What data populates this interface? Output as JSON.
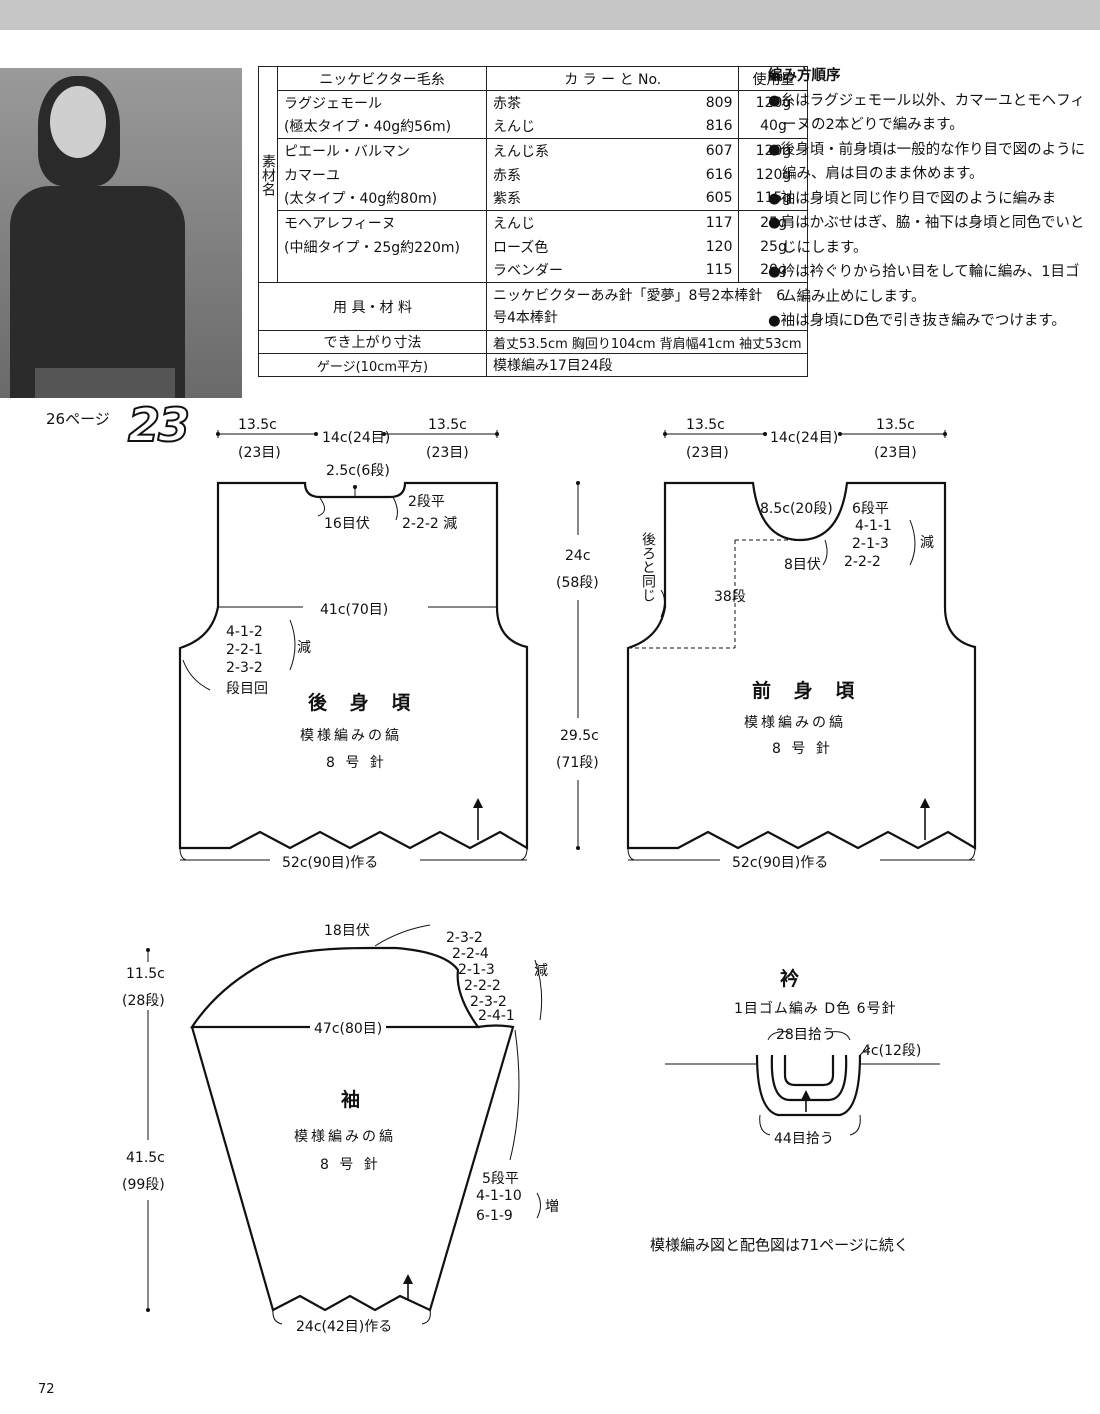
{
  "materials_table": {
    "header": {
      "yarn": "ニッケビクター毛糸",
      "color": "カ ラ ー と No.",
      "amount": "使用量"
    },
    "side_label": "素材名",
    "groups": [
      {
        "lines": [
          "ラグジェモール",
          "(極太タイプ・40g約56m)"
        ],
        "colors": [
          {
            "name": "赤茶",
            "no": "809",
            "amount": "120g"
          },
          {
            "name": "えんじ",
            "no": "816",
            "amount": "40g"
          }
        ]
      },
      {
        "lines": [
          "ピエール・バルマン",
          "カマーユ",
          "(太タイプ・40g約80m)"
        ],
        "colors": [
          {
            "name": "えんじ系",
            "no": "607",
            "amount": "120g"
          },
          {
            "name": "赤系",
            "no": "616",
            "amount": "120g"
          },
          {
            "name": "紫系",
            "no": "605",
            "amount": "115g"
          }
        ]
      },
      {
        "lines": [
          "モヘアレフィーヌ",
          "(中細タイプ・25g約220m)"
        ],
        "colors": [
          {
            "name": "えんじ",
            "no": "117",
            "amount": "25g"
          },
          {
            "name": "ローズ色",
            "no": "120",
            "amount": "25g"
          },
          {
            "name": "ラベンダー",
            "no": "115",
            "amount": "20g"
          }
        ]
      }
    ],
    "tools_label": "用 具・材 料",
    "tools_value_1": "ニッケビクターあみ針「愛夢」8号2本棒針　6",
    "tools_value_2": "号4本棒針",
    "size_label": "でき上がり寸法",
    "size_value": "着丈53.5cm 胸回り104cm 背肩幅41cm 袖丈53cm",
    "gauge_label": "ゲージ(10cm平方)",
    "gauge_value": "模様編み17目24段"
  },
  "steps": {
    "title": "編み方順序",
    "items": [
      "●糸はラグジェモール以外、カマーユとモヘフィーヌの2本どりで編みます。",
      "●後身頃・前身頃は一般的な作り目で図のように編み、肩は目のまま休めます。",
      "●袖は身頃と同じ作り目で図のように編みま",
      "●肩はかぶせはぎ、脇・袖下は身頃と同色でいとじにします。",
      "●衿は衿ぐりから拾い目をして輪に編み、1目ゴム編み止めにします。",
      "●袖は身頃にD色で引き抜き編みでつけます。"
    ]
  },
  "ref": {
    "page_ref": "26ページ",
    "number": "23"
  },
  "back": {
    "title": "後 身 頃",
    "pattern": "模様編みの縞",
    "needle": "8 号 針",
    "top_left": "13.5c",
    "top_left_sts": "(23目)",
    "top_mid": "14c(24目)",
    "top_right": "13.5c",
    "top_right_sts": "(23目)",
    "neck_depth": "2.5c(6段)",
    "neck_bind": "16目伏",
    "neck_flat": "2段平",
    "neck_dec": "2-2-2 減",
    "width": "41c(70目)",
    "arm_dec": [
      "4-1-2",
      "2-2-1",
      "2-3-2"
    ],
    "dec_mark": "減",
    "arm_bind": "段目回",
    "cast_on": "52c(90目)作る",
    "upper_len": "24c",
    "upper_rows": "(58段)",
    "lower_len": "29.5c",
    "lower_rows": "(71段)"
  },
  "front": {
    "title": "前 身 頃",
    "pattern": "模様編みの縞",
    "needle": "8 号 針",
    "top_left": "13.5c",
    "top_left_sts": "(23目)",
    "top_mid": "14c(24目)",
    "top_right": "13.5c",
    "top_right_sts": "(23目)",
    "neck_depth": "8.5c(20段)",
    "neck_flat": "6段平",
    "neck_dec": [
      "4-1-1",
      "2-1-3",
      "2-2-2"
    ],
    "dec_mark": "減",
    "neck_bind": "8目伏",
    "same_as_back": "後ろと同じ",
    "rows_38": "38段",
    "cast_on": "52c(90目)作る"
  },
  "sleeve": {
    "title": "袖",
    "pattern": "模様編みの縞",
    "needle": "8 号 針",
    "top_bind": "18目伏",
    "cap_dec": [
      "2-3-2",
      "2-2-4",
      "2-1-3",
      "2-2-2",
      "2-3-2",
      "2-4-1"
    ],
    "dec_mark": "減",
    "width": "47c(80目)",
    "cap_len": "11.5c",
    "cap_rows": "(28段)",
    "body_len": "41.5c",
    "body_rows": "(99段)",
    "inc_flat": "5段平",
    "inc": [
      "4-1-10",
      "6-1-9"
    ],
    "inc_mark": "増",
    "cast_on": "24c(42目)作る"
  },
  "collar": {
    "title": "衿",
    "subtitle": "1目ゴム編み D色 6号針",
    "pick_top": "28目拾う",
    "height": "4c(12段)",
    "pick_bottom": "44目拾う"
  },
  "note": "模様編み図と配色図は71ページに続く",
  "page_number": "72"
}
